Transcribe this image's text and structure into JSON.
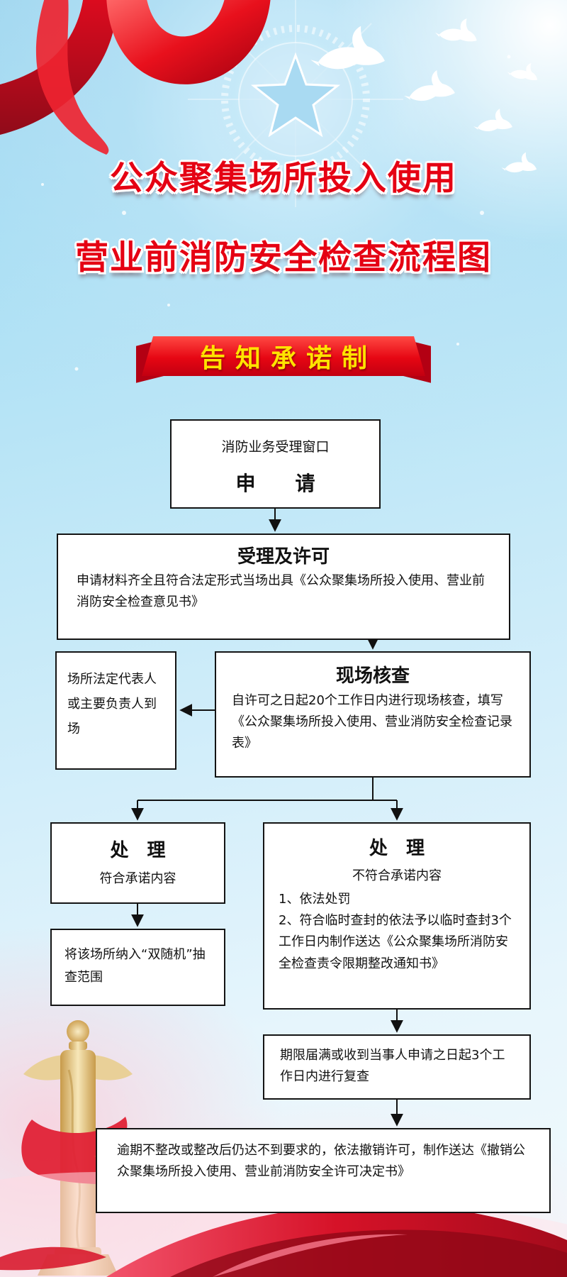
{
  "poster": {
    "title_line1": "公众聚集场所投入使用",
    "title_line2": "营业前消防安全检查流程图",
    "banner_label": "告知承诺制"
  },
  "flow": {
    "apply": {
      "window_label": "消防业务受理窗口",
      "title": "申　　请"
    },
    "accept": {
      "title": "受理及许可",
      "body": "申请材料齐全且符合法定形式当场出具《公众聚集场所投入使用、营业前消防安全检查意见书》"
    },
    "site_check": {
      "title": "现场核查",
      "body": "自许可之日起20个工作日内进行现场核查，填写《公众聚集场所投入使用、营业消防安全检查记录表》"
    },
    "representative": {
      "body": "场所法定代表人或主要负责人到场"
    },
    "handle_pass": {
      "title": "处　理",
      "body": "符合承诺内容"
    },
    "handle_fail": {
      "title": "处　理",
      "subtitle": "不符合承诺内容",
      "items": [
        "1、依法处罚",
        "2、符合临时查封的依法予以临时查封3个工作日内制作送达《公众聚集场所消防安全检查责令限期整改通知书》"
      ]
    },
    "random_check": {
      "body": "将该场所纳入“双随机”抽查范围"
    },
    "recheck": {
      "body": "期限届满或收到当事人申请之日起3个工作日内进行复查"
    },
    "revoke": {
      "body": "逾期不整改或整改后仍达不到要求的，依法撤销许可，制作送达《撤销公众聚集场所投入使用、营业前消防安全许可决定书》"
    }
  },
  "colors": {
    "title_red": "#e50113",
    "banner_red": "#e60613",
    "banner_text_yellow": "#ffe300",
    "box_border": "#141414",
    "box_bg": "#ffffff",
    "sky_blue": "#aadff4",
    "silk_red": "#d61228",
    "column_gold": "#e9d098"
  }
}
